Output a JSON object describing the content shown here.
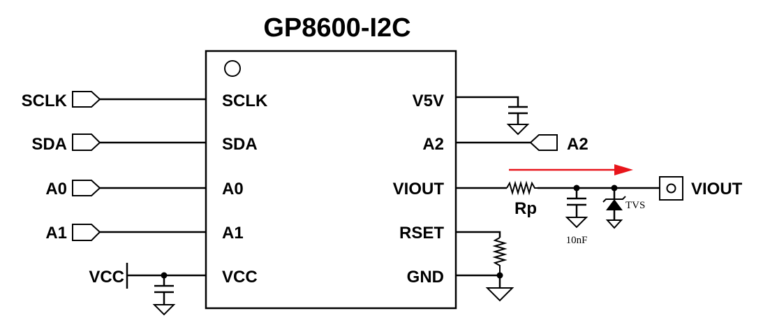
{
  "title": "GP8600-I2C",
  "chip": {
    "left_pins": [
      "SCLK",
      "SDA",
      "A0",
      "A1",
      "VCC"
    ],
    "right_pins": [
      "V5V",
      "A2",
      "VIOUT",
      "RSET",
      "GND"
    ]
  },
  "external": {
    "inputs": [
      "SCLK",
      "SDA",
      "A0",
      "A1"
    ],
    "vcc_label": "VCC",
    "a2_label": "A2",
    "output_label": "VIOUT",
    "rp_label": "Rp",
    "cap_label": "10nF",
    "tvs_label": "TVS"
  },
  "colors": {
    "line": "#000000",
    "current_arrow": "#e8151b"
  }
}
